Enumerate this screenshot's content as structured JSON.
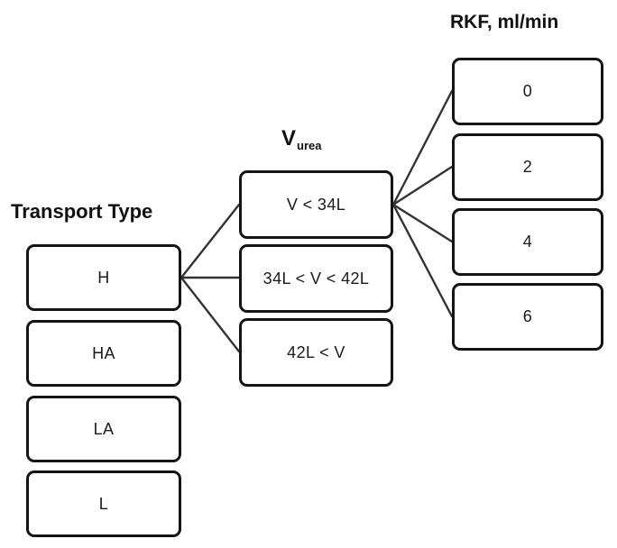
{
  "transport_type": {
    "title": "Transport Type",
    "items": [
      "H",
      "HA",
      "LA",
      "L"
    ]
  },
  "vurea": {
    "title_main": "V",
    "title_sub": "urea",
    "items": [
      "V < 34L",
      "34L < V < 42L",
      "42L < V"
    ]
  },
  "rkf": {
    "title": "RKF, ml/min",
    "items": [
      "0",
      "2",
      "4",
      "6"
    ]
  },
  "colors": {
    "box_border": "#141414",
    "connector": "#333333",
    "background": "#ffffff"
  }
}
